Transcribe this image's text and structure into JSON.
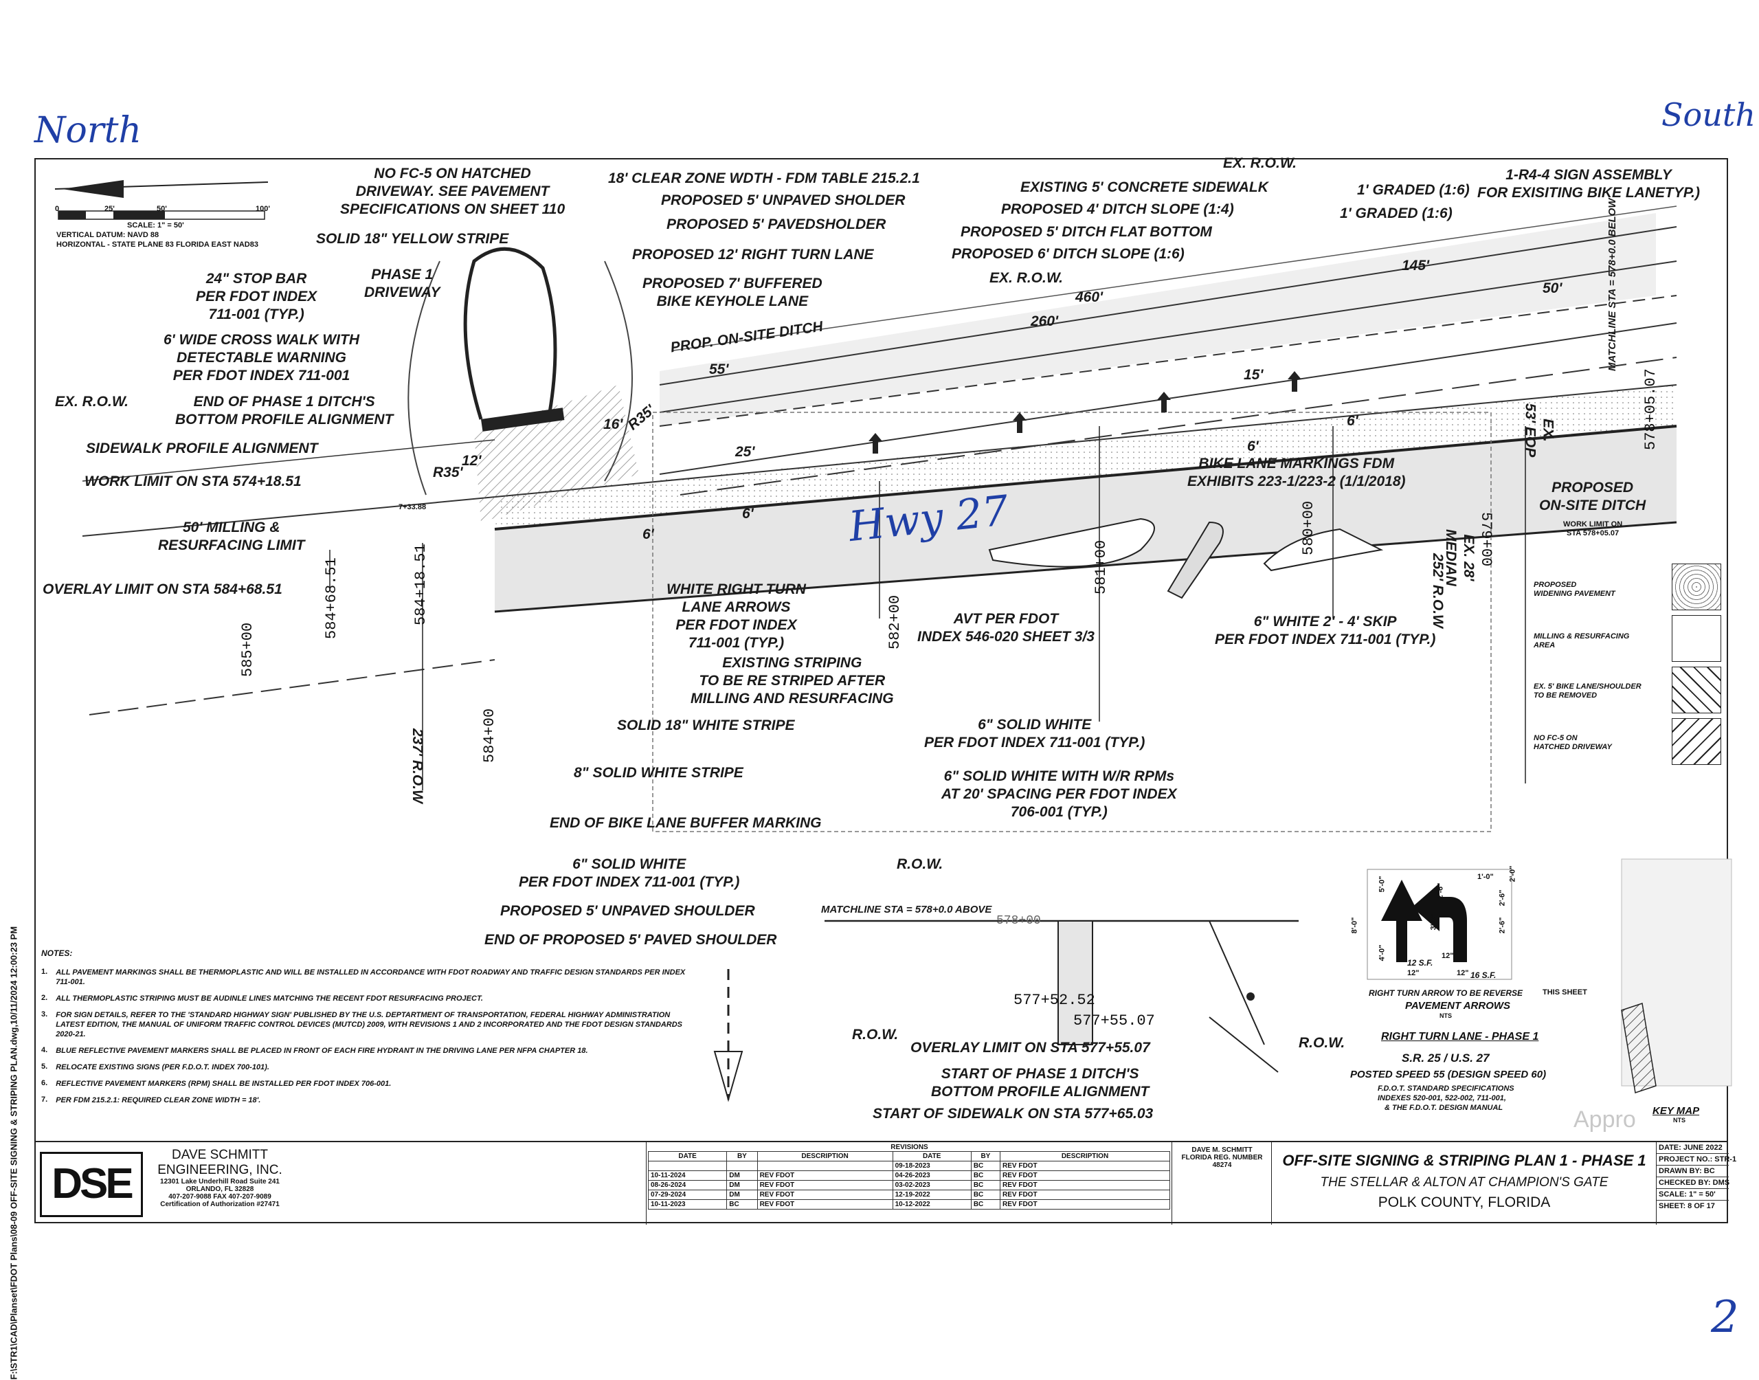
{
  "annotations": {
    "north": "North",
    "south": "South",
    "hwy": "Hwy 27",
    "page_number": "2"
  },
  "side_path": "F:\\STR1\\CAD\\Planset\\FDOT Plans\\08-09 OFF-SITE SIGNING & STRIPING PLAN.dwg,10/11/2024 12:00:23 PM",
  "scale_bar": {
    "ticks": [
      "0",
      "25'",
      "50'",
      "100'"
    ],
    "scale": "SCALE: 1\" = 50'",
    "vertical_datum": "VERTICAL DATUM: NAVD 88",
    "horizontal": "HORIZONTAL - STATE PLANE 83 FLORIDA EAST NAD83"
  },
  "callouts": {
    "no_fc5": "NO FC-5 ON HATCHED\nDRIVEWAY. SEE PAVEMENT\nSPECIFICATIONS ON SHEET 110",
    "solid_yellow": "SOLID 18\" YELLOW STRIPE",
    "stop_bar": "24\" STOP BAR\nPER FDOT INDEX\n711-001 (TYP.)",
    "phase1_driveway": "PHASE 1\nDRIVEWAY",
    "crosswalk": "6' WIDE CROSS WALK WITH\nDETECTABLE WARNING\nPER FDOT INDEX 711-001",
    "ex_row_left": "EX. R.O.W.",
    "end_phase1_ditch": "END OF PHASE 1 DITCH'S\nBOTTOM PROFILE ALIGNMENT",
    "sidewalk_profile": "SIDEWALK PROFILE ALIGNMENT",
    "work_limit_574": "WORK LIMIT ON STA 574+18.51",
    "milling_limit": "50' MILLING &\nRESURFACING LIMIT",
    "overlay_584": "OVERLAY LIMIT ON STA 584+68.51",
    "clear_zone": "18' CLEAR ZONE WDTH - FDM TABLE 215.2.1",
    "unpaved_sholder": "PROPOSED 5' UNPAVED SHOLDER",
    "pavedsholder": "PROPOSED 5' PAVEDSHOLDER",
    "right_turn_12": "PROPOSED 12' RIGHT TURN LANE",
    "buffered_bike": "PROPOSED 7' BUFFERED\nBIKE KEYHOLE LANE",
    "prop_onsite_ditch": "PROP. ON-SITE DITCH",
    "ex_row_top": "EX. R.O.W.",
    "ex_sidewalk": "EXISTING 5' CONCRETE SIDEWALK",
    "ditch_slope_4": "PROPOSED 4' DITCH SLOPE (1:4)",
    "ditch_flat": "PROPOSED 5' DITCH FLAT BOTTOM",
    "ditch_slope_6": "PROPOSED 6' DITCH SLOPE (1:6)",
    "ex_row_mid": "EX. R.O.W.",
    "graded1": "1' GRADED (1:6)",
    "graded2": "1' GRADED (1:6)",
    "r44_sign": "1-R4-4 SIGN ASSEMBLY\nFOR EXISITING BIKE LANETYP.)",
    "bike_lane_markings": "BIKE LANE MARKINGS FDM\nEXHIBITS 223-1/223-2 (1/1/2018)",
    "proposed_onsite_ditch": "PROPOSED\nON-SITE DITCH",
    "work_limit_578": "WORK LIMIT ON\nSTA 578+05.07",
    "matchline_below": "MATCHLINE STA = 578+0.0 BELOW",
    "ex_53_eop": "EX.\n53' EOP",
    "ex_28_median": "EX. 28'\nMEDIAN",
    "row_252": "252' R.O.W",
    "white_right_turn": "WHITE RIGHT TURN\nLANE ARROWS\nPER FDOT INDEX\n711-001 (TYP.)",
    "avt": "AVT PER FDOT\nINDEX 546-020 SHEET 3/3",
    "white_skip": "6\" WHITE 2' - 4' SKIP\nPER FDOT INDEX 711-001 (TYP.)",
    "existing_striping": "EXISTING STRIPING\nTO BE RE STRIPED AFTER\nMILLING AND RESURFACING",
    "solid_white_18": "SOLID 18\" WHITE STRIPE",
    "solid_white_6a": "6\" SOLID WHITE\nPER FDOT INDEX 711-001 (TYP.)",
    "solid_white_8": "8\" SOLID WHITE STRIPE",
    "solid_white_rpm": "6\" SOLID WHITE WITH W/R RPMs\nAT 20' SPACING PER FDOT INDEX\n706-001 (TYP.)",
    "end_bike_buffer": "END OF BIKE LANE BUFFER MARKING",
    "solid_white_6b": "6\" SOLID WHITE\nPER FDOT INDEX 711-001 (TYP.)",
    "row_lower": "R.O.W.",
    "unpaved_shoulder_5": "PROPOSED 5' UNPAVED SHOULDER",
    "end_paved_shoulder": "END OF PROPOSED 5' PAVED SHOULDER",
    "row_237": "237' R.O.W",
    "matchline_above": "MATCHLINE STA = 578+0.0 ABOVE",
    "row_inset_left": "R.O.W.",
    "row_inset_right": "R.O.W.",
    "overlay_577": "OVERLAY LIMIT ON STA 577+55.07",
    "start_ditch": "START OF PHASE 1 DITCH'S\nBOTTOM PROFILE ALIGNMENT",
    "start_sidewalk": "START OF SIDEWALK ON STA 577+65.03"
  },
  "dimensions": {
    "d460": "460'",
    "d260": "260'",
    "d145": "145'",
    "d50": "50'",
    "d55": "55'",
    "d25": "25'",
    "d15": "15'",
    "d6a": "6'",
    "d6b": "6'",
    "d6c": "6'",
    "d6d": "6'",
    "d16": "16'",
    "r35a": "R35'",
    "r35b": "R35'",
    "d12": "12'"
  },
  "stations": {
    "s585": "585+00",
    "s584": "584+00",
    "s584_68": "584+68.51",
    "s584_18": "584+18.51",
    "s582": "582+00",
    "s581": "581+00",
    "s580": "580+00",
    "s579": "579+00",
    "s578_05": "578+05.07",
    "s577_52": "577+52.52",
    "s577_55": "577+55.07",
    "s578_top": "578+00",
    "s7_33": "7+33.88"
  },
  "legend": {
    "widening": "PROPOSED\nWIDENING PAVEMENT",
    "milling": "MILLING & RESURFACING\nAREA",
    "bike_removed": "EX. 5' BIKE LANE/SHOULDER\nTO BE REMOVED",
    "no_fc5": "NO FC-5 ON\nHATCHED DRIVEWAY"
  },
  "arrows_panel": {
    "dims": [
      "8'-0\"",
      "5'-0\"",
      "4'-0\"",
      "3'-0\"",
      "2'-6\"",
      "2'-6\"",
      "2'-6\"",
      "2'-0\"",
      "1'-0\"",
      "12\"",
      "12\"",
      "12\""
    ],
    "sf1": "12 S.F.",
    "sf2": "16 S.F.",
    "reverse_note": "RIGHT TURN ARROW TO BE REVERSE",
    "title": "PAVEMENT ARROWS",
    "nts": "NTS",
    "right_turn_title": "RIGHT TURN LANE - PHASE 1",
    "route": "S.R. 25 / U.S. 27",
    "speed": "POSTED SPEED 55 (DESIGN SPEED 60)",
    "spec1": "F.D.O.T. STANDARD SPECIFICATIONS",
    "spec2": "INDEXES 520-001, 522-002, 711-001,",
    "spec3": "& THE F.D.O.T. DESIGN MANUAL"
  },
  "key_map": {
    "this_sheet": "THIS SHEET",
    "title": "KEY MAP",
    "nts": "NTS",
    "watermark": "Appro"
  },
  "notes": {
    "title": "NOTES:",
    "items": [
      {
        "n": "1.",
        "t": "ALL PAVEMENT MARKINGS SHALL BE THERMOPLASTIC AND WILL BE INSTALLED IN ACCORDANCE WITH FDOT ROADWAY AND TRAFFIC DESIGN STANDARDS PER INDEX 711-001."
      },
      {
        "n": "2.",
        "t": "ALL THERMOPLASTIC STRIPING MUST BE AUDINLE LINES MATCHING THE RECENT FDOT RESURFACING PROJECT."
      },
      {
        "n": "3.",
        "t": "FOR SIGN DETAILS, REFER TO THE 'STANDARD HIGHWAY SIGN' PUBLISHED BY THE U.S. DEPTARTMENT OF TRANSPORTATION, FEDERAL HIGHWAY ADMINISTRATION LATEST EDITION, THE MANUAL OF UNIFORM TRAFFIC CONTROL DEVICES (MUTCD) 2009, WITH REVISIONS 1 AND 2 INCORPORATED AND THE FDOT DESIGN STANDARDS 2020-21."
      },
      {
        "n": "4.",
        "t": "BLUE REFLECTIVE PAVEMENT MARKERS SHALL BE PLACED IN FRONT OF EACH FIRE HYDRANT IN THE DRIVING LANE PER NFPA CHAPTER 18."
      },
      {
        "n": "5.",
        "t": "RELOCATE EXISTING SIGNS (PER F.D.O.T. INDEX 700-101)."
      },
      {
        "n": "6.",
        "t": "REFLECTIVE PAVEMENT MARKERS (RPM) SHALL BE INSTALLED PER FDOT INDEX 706-001."
      },
      {
        "n": "7.",
        "t": "PER FDM 215.2.1: REQUIRED CLEAR ZONE WIDTH = 18'."
      }
    ]
  },
  "company": {
    "logo": "DSE",
    "name1": "DAVE SCHMITT",
    "name2": "ENGINEERING, INC.",
    "addr1": "12301 Lake Underhill Road Suite 241",
    "addr2": "ORLANDO, FL 32828",
    "phone": "407-207-9088   FAX 407-207-9089",
    "cert": "Certification of Authorization #27471"
  },
  "revisions": {
    "title": "REVISIONS",
    "headers": [
      "DATE",
      "BY",
      "DESCRIPTION",
      "DATE",
      "BY",
      "DESCRIPTION"
    ],
    "rows": [
      [
        "",
        "",
        "",
        "09-18-2023",
        "BC",
        "REV FDOT"
      ],
      [
        "10-11-2024",
        "DM",
        "REV FDOT",
        "04-26-2023",
        "BC",
        "REV FDOT"
      ],
      [
        "08-26-2024",
        "DM",
        "REV FDOT",
        "03-02-2023",
        "BC",
        "REV FDOT"
      ],
      [
        "07-29-2024",
        "DM",
        "REV FDOT",
        "12-19-2022",
        "BC",
        "REV FDOT"
      ],
      [
        "10-11-2023",
        "BC",
        "REV FDOT",
        "10-12-2022",
        "BC",
        "REV FDOT"
      ]
    ]
  },
  "engineer": {
    "name": "DAVE M. SCHMITT",
    "reg": "FLORIDA REG. NUMBER",
    "num": "48274"
  },
  "title_block": {
    "title": "OFF-SITE SIGNING & STRIPING PLAN 1 - PHASE 1",
    "project": "THE STELLAR & ALTON AT CHAMPION'S GATE",
    "county": "POLK COUNTY, FLORIDA"
  },
  "sheet_info": {
    "date": "DATE: JUNE 2022",
    "project_no": "PROJECT NO.: STR-1",
    "drawn": "DRAWN BY: BC",
    "checked": "CHECKED BY: DMS",
    "scale": "SCALE: 1\" = 50'",
    "sheet": "SHEET: 8 OF 17"
  }
}
